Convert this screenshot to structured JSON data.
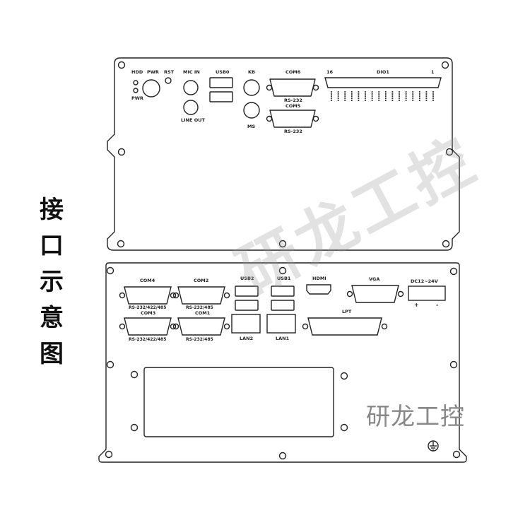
{
  "side_title": [
    "接",
    "口",
    "示",
    "意",
    "图"
  ],
  "watermark": {
    "overlay": "研龙工控",
    "stamp": "研龙工控"
  },
  "top_panel": {
    "hdd": "HDD",
    "pwr_btn": "PWR",
    "pwr_led": "PWR",
    "rst": "RST",
    "mic_in": "MIC IN",
    "line_out": "LINE OUT",
    "usb0": "USB0",
    "kb": "KB",
    "ms": "MS",
    "com6": "COM6",
    "com6_type": "RS-232",
    "com5": "COM5",
    "com5_type": "RS-232",
    "dio_left": "16",
    "dio_name": "DIO1",
    "dio_right": "1"
  },
  "bottom_panel": {
    "com4": "COM4",
    "com4_type": "RS-232/422/485",
    "com3": "COM3",
    "com3_type": "RS-232/422/485",
    "com2": "COM2",
    "com2_type": "RS-232/485",
    "com1": "COM1",
    "com1_type": "RS-232/485",
    "usb2": "USB2",
    "usb1": "USB1",
    "lan2": "LAN2",
    "lan1": "LAN1",
    "hdmi": "HDMI",
    "vga": "VGA",
    "lpt": "LPT",
    "dc": "DC12~24V",
    "plus": "+",
    "minus": "-"
  }
}
